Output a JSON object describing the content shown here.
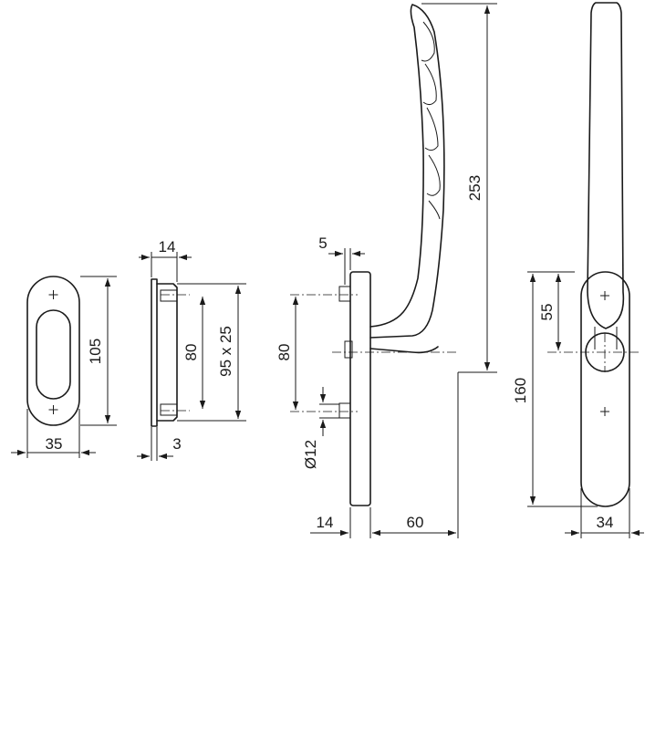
{
  "dimensions": {
    "rosette_height": "105",
    "rosette_width": "35",
    "side_depth_top": "14",
    "side_depth_bottom": "3",
    "side_hole_spacing": "80",
    "side_cutout": "95 x 25",
    "handle_offset_top": "5",
    "handle_hole_spacing": "80",
    "handle_hole_diameter": "Ø12",
    "handle_base_depth": "14",
    "handle_projection": "60",
    "handle_height": "253",
    "front_center_offset": "55",
    "front_height": "160",
    "front_width": "34"
  }
}
